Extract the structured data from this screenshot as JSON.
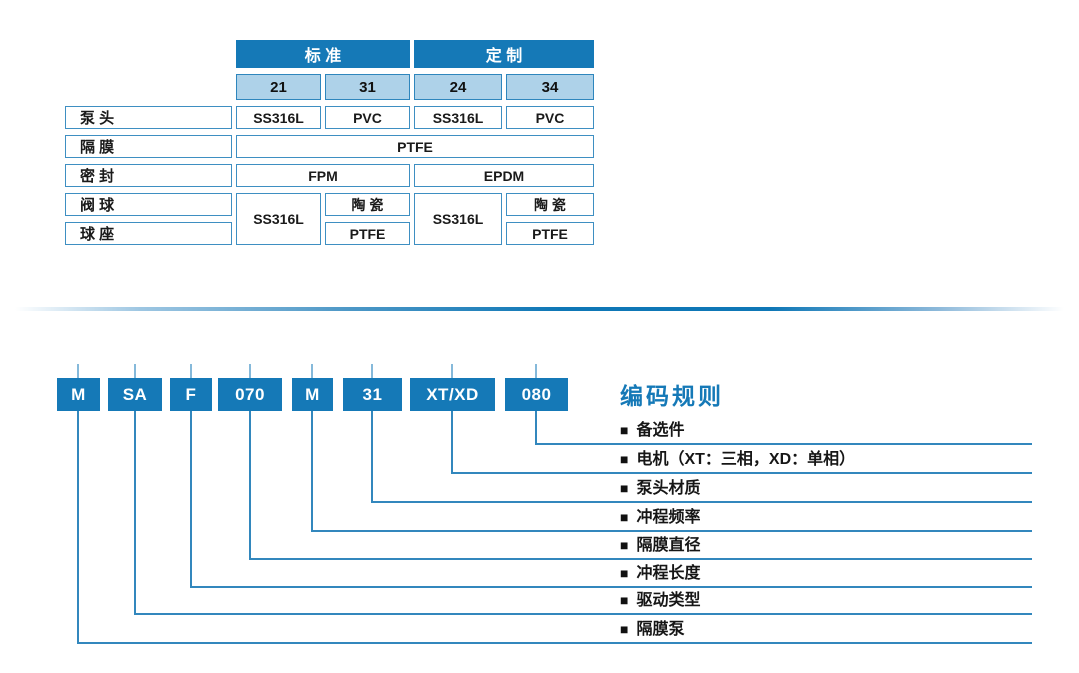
{
  "colors": {
    "primary_blue": "#1579b7",
    "light_blue": "#aed2e9",
    "border_blue": "#3e8fc2",
    "line_blue": "#3287bd"
  },
  "materials_table": {
    "groups": [
      "标 准",
      "定 制"
    ],
    "codes": [
      "21",
      "31",
      "24",
      "34"
    ],
    "row_labels": [
      "泵 头",
      "隔 膜",
      "密 封",
      "阀 球",
      "球 座"
    ],
    "pump_head": [
      "SS316L",
      "PVC",
      "SS316L",
      "PVC"
    ],
    "diaphragm": "PTFE",
    "seal": [
      "FPM",
      "EPDM"
    ],
    "valve": {
      "c21": "SS316L",
      "c31_ball": "陶 瓷",
      "c31_seat": "PTFE",
      "c24": "SS316L",
      "c34_ball": "陶 瓷",
      "c34_seat": "PTFE"
    }
  },
  "coding_diagram": {
    "title": "编码规则",
    "bullet": "■",
    "segments": [
      {
        "code": "M",
        "label": "隔膜泵"
      },
      {
        "code": "SA",
        "label": "驱动类型"
      },
      {
        "code": "F",
        "label": "冲程长度"
      },
      {
        "code": "070",
        "label": "隔膜直径"
      },
      {
        "code": "M",
        "label": "冲程频率"
      },
      {
        "code": "31",
        "label": "泵头材质"
      },
      {
        "code": "XT/XD",
        "label": "电机（XT：三相，XD：单相）"
      },
      {
        "code": "080",
        "label": "备选件"
      }
    ]
  }
}
